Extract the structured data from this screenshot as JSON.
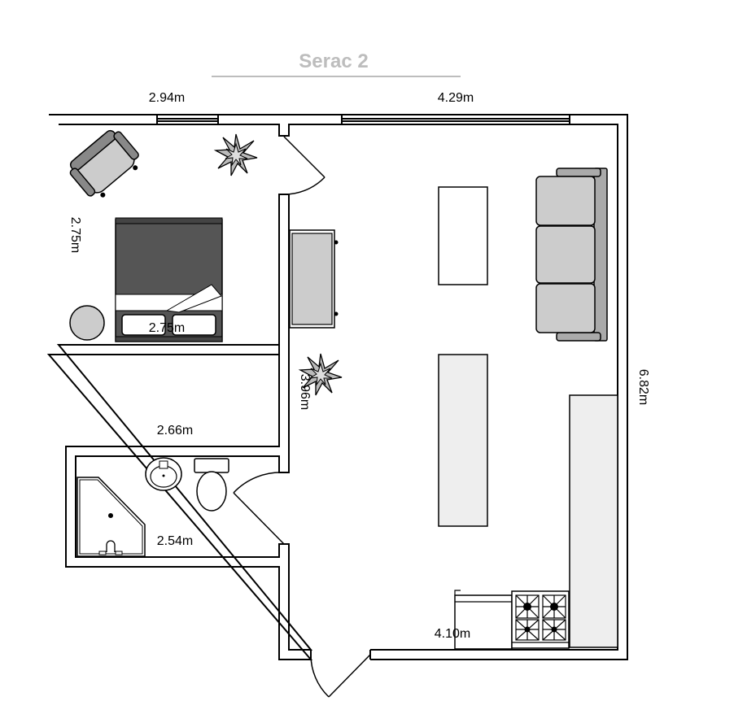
{
  "title": "Serac 2",
  "dimensions": {
    "bedroom_width": "2.94m",
    "living_width": "4.29m",
    "bedroom_depth": "2.75m",
    "bedroom_inner": "2.75m",
    "hall": "3.96m",
    "bath_width": "2.66m",
    "bath_inner": "2.54m",
    "kitchen_width": "4.10m",
    "total_depth": "6.82m"
  },
  "colors": {
    "wall": "#000000",
    "furniture_gray": "#cccccc",
    "bed_dark": "#555555",
    "counter_light": "#eeeeee"
  }
}
